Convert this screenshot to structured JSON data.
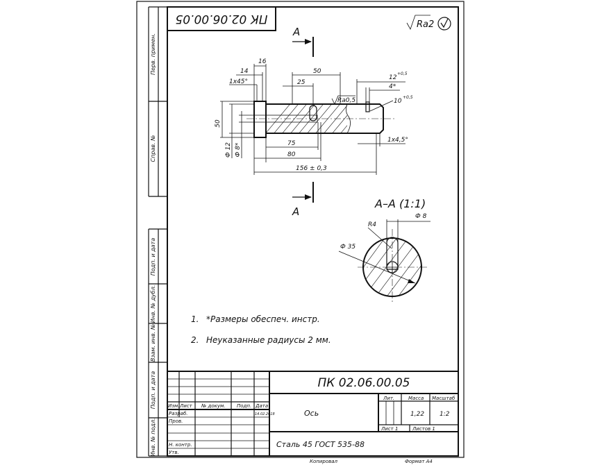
{
  "document": {
    "code_rotated": "ПК 02.06.00.05",
    "roughness_general": "Ra2",
    "section_letter": "A",
    "section_title": "A–A (1:1)",
    "notes": [
      {
        "num": "1.",
        "text": "*Размеры обеспеч. инстр."
      },
      {
        "num": "2.",
        "text": "Неуказанные радиусы 2 мм."
      }
    ]
  },
  "dimensions": {
    "d16": "16",
    "d14": "14",
    "d50": "50",
    "d25": "25",
    "chamfer_left": "1х45°",
    "d12": "12",
    "d12_tol": "+0,5",
    "d4": "4*",
    "d10": "10",
    "d10_tol": "+0,5",
    "ra05": "Ra0,5",
    "d50v": "50",
    "dia12": "Ф 12",
    "dia8": "Ф 8*",
    "d75": "75",
    "d80": "80",
    "d156": "156 ± 0,3",
    "chamfer_right": "1х4,5°",
    "r4": "R4",
    "sec_dia8": "Ф 8",
    "sec_dia35": "Ф 35"
  },
  "side_labels": {
    "perv_primen": "Перв. примен.",
    "sprav": "Справ. №",
    "podp_data_1": "Подп. и дата",
    "inv_dubl": "Инв. № дубл.",
    "vzam_inv": "Взам. инв. №",
    "podp_data_2": "Подп. и дата",
    "inv_podl": "Инв. № подл."
  },
  "title_block": {
    "designation": "ПК 02.06.00.05",
    "name": "Ось",
    "material": "Сталь 45 ГОСТ 535-88",
    "col_izm": "Изм.",
    "col_list": "Лист",
    "col_doc": "№ докум.",
    "col_podp": "Подп.",
    "col_data": "Дата",
    "date_value": "14.02.2018",
    "razrab": "Разраб.",
    "prov": "Пров.",
    "n_kontr": "Н. контр.",
    "utv": "Утв.",
    "lit": "Лит.",
    "massa": "Масса",
    "masshtab": "Масштаб",
    "massa_value": "1,22",
    "scale_value": "1:2",
    "list": "Лист 1",
    "listov": "Листов 1"
  },
  "footer": {
    "kopiroval": "Копировал",
    "format": "Формат А4"
  }
}
